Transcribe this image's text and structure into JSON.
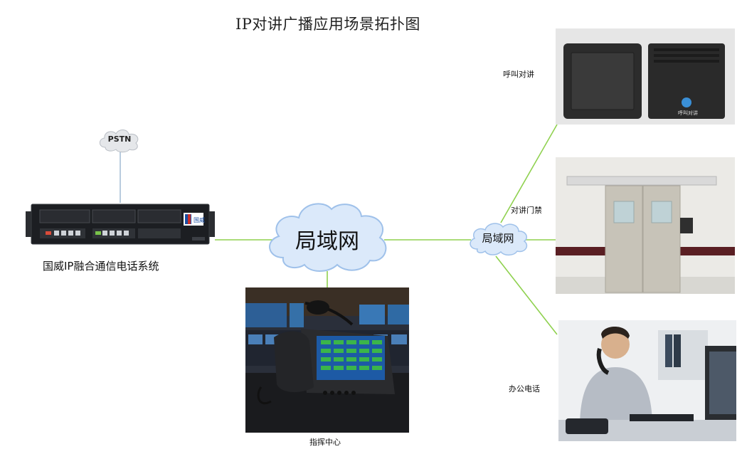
{
  "title": "IP对讲广播应用场景拓扑图",
  "cloud_pstn": "PSTN",
  "cloud_lan_main": "局域网",
  "cloud_lan_small": "局域网",
  "server": {
    "caption": "国威IP融合通信电话系统",
    "brand": "国威"
  },
  "terminals": {
    "intercom": "呼叫对讲",
    "access": "对讲门禁",
    "office": "办公电话",
    "command": "指挥中心",
    "panel_button_text": "呼叫对讲"
  },
  "colors": {
    "link_green": "#8fd14f",
    "pstn_link": "#8aa9c9",
    "cloud_fill": "#dbe9fa",
    "cloud_stroke": "#9fc1ea"
  }
}
